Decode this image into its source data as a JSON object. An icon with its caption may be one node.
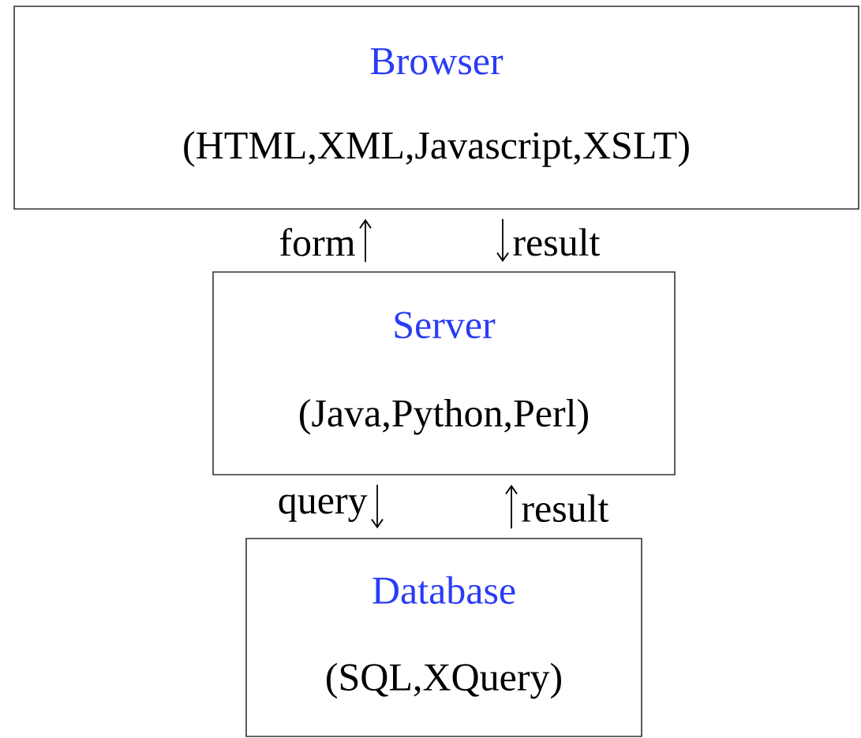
{
  "diagram": {
    "nodes": [
      {
        "text": [
          "Browser",
          "(HTML,XML,Javascript,XSLT)"
        ]
      },
      {
        "text": [
          "Server",
          "(Java,Python,Perl)"
        ]
      },
      {
        "text": [
          "Database",
          "(SQL,XQuery)"
        ]
      }
    ],
    "edges": [
      {
        "from": 1,
        "to": 0,
        "arrow": "to",
        "label": "form"
      },
      {
        "from": 0,
        "to": 1,
        "arrow": "to",
        "label": "result"
      },
      {
        "from": 1,
        "to": 2,
        "arrow": "to",
        "label": "query"
      },
      {
        "from": 2,
        "to": 1,
        "arrow": "to",
        "label": "result"
      }
    ]
  }
}
